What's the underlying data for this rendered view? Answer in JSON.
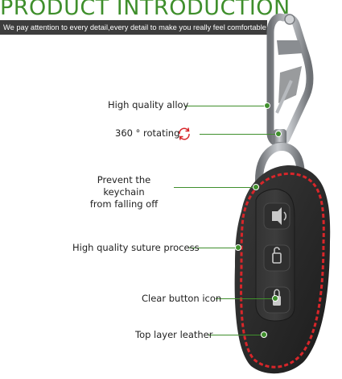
{
  "header": {
    "title": "PRODUCT INTRODUCTION",
    "subtitle": "We pay attention to every detail,every detail to make you really feel comfortable!"
  },
  "features": [
    {
      "label": "High quality alloy"
    },
    {
      "label": "360 ° rotating"
    },
    {
      "label_line1": "Prevent the keychain",
      "label_line2": "from falling off"
    },
    {
      "label": "High quality suture process"
    },
    {
      "label": "Clear button icon"
    },
    {
      "label": "Top layer leather"
    }
  ],
  "colors": {
    "accent": "#3f8f2c",
    "banner": "#3d3d3d",
    "stitch": "#d8262a",
    "leather": "#2c2c2c",
    "metal": "#9a9da2"
  },
  "icons": {
    "rotate": "rotate-arrows-icon"
  }
}
